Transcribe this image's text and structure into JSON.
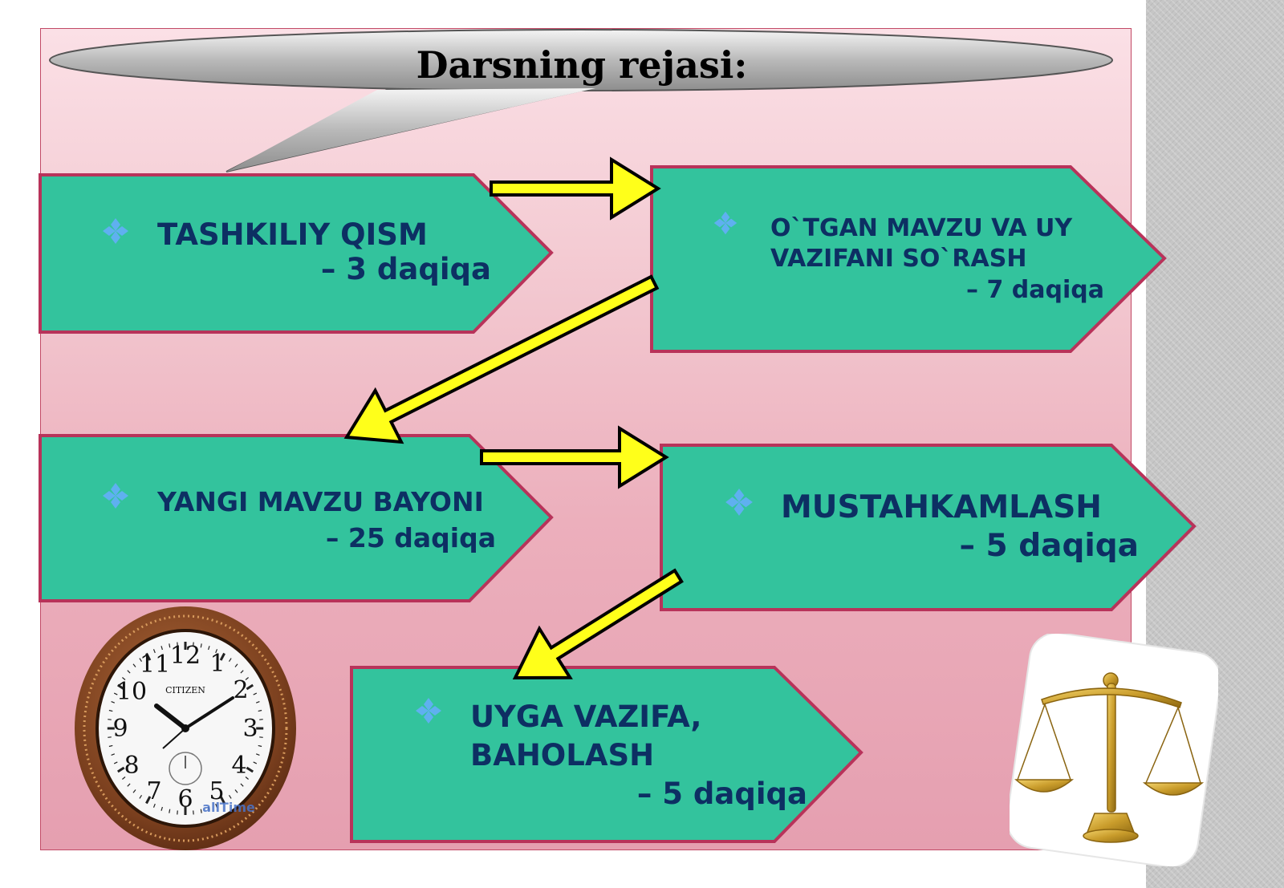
{
  "title": "Darsning rejasi:",
  "steps": [
    {
      "label_lines": [
        "TASHKILIY  QISM"
      ],
      "duration": "– 3 daqiqa"
    },
    {
      "label_lines": [
        "O`TGAN  MAVZU VA UY",
        "VAZIFANI  SO`RASH"
      ],
      "duration": "– 7 daqiqa"
    },
    {
      "label_lines": [
        "YANGI MAVZU BAYONI"
      ],
      "duration": "– 25 daqiqa"
    },
    {
      "label_lines": [
        "MUSTAHKAMLASH"
      ],
      "duration": "– 5 daqiqa"
    },
    {
      "label_lines": [
        "UYGA  VAZIFA,",
        "BAHOLASH"
      ],
      "duration": "– 5 daqiqa"
    }
  ],
  "clock": {
    "brand": "CITIZEN",
    "watermark": "allTime"
  },
  "colors": {
    "box_fill": "#33c39d",
    "box_border": "#b8335a",
    "arrow_fill": "#ffff1a",
    "text": "#0d2f63",
    "bullet": "#5fb0f0"
  },
  "icons": {
    "bullet": "diamond-bullet-icon",
    "clock": "wall-clock-icon",
    "scale": "balance-scale-icon"
  }
}
